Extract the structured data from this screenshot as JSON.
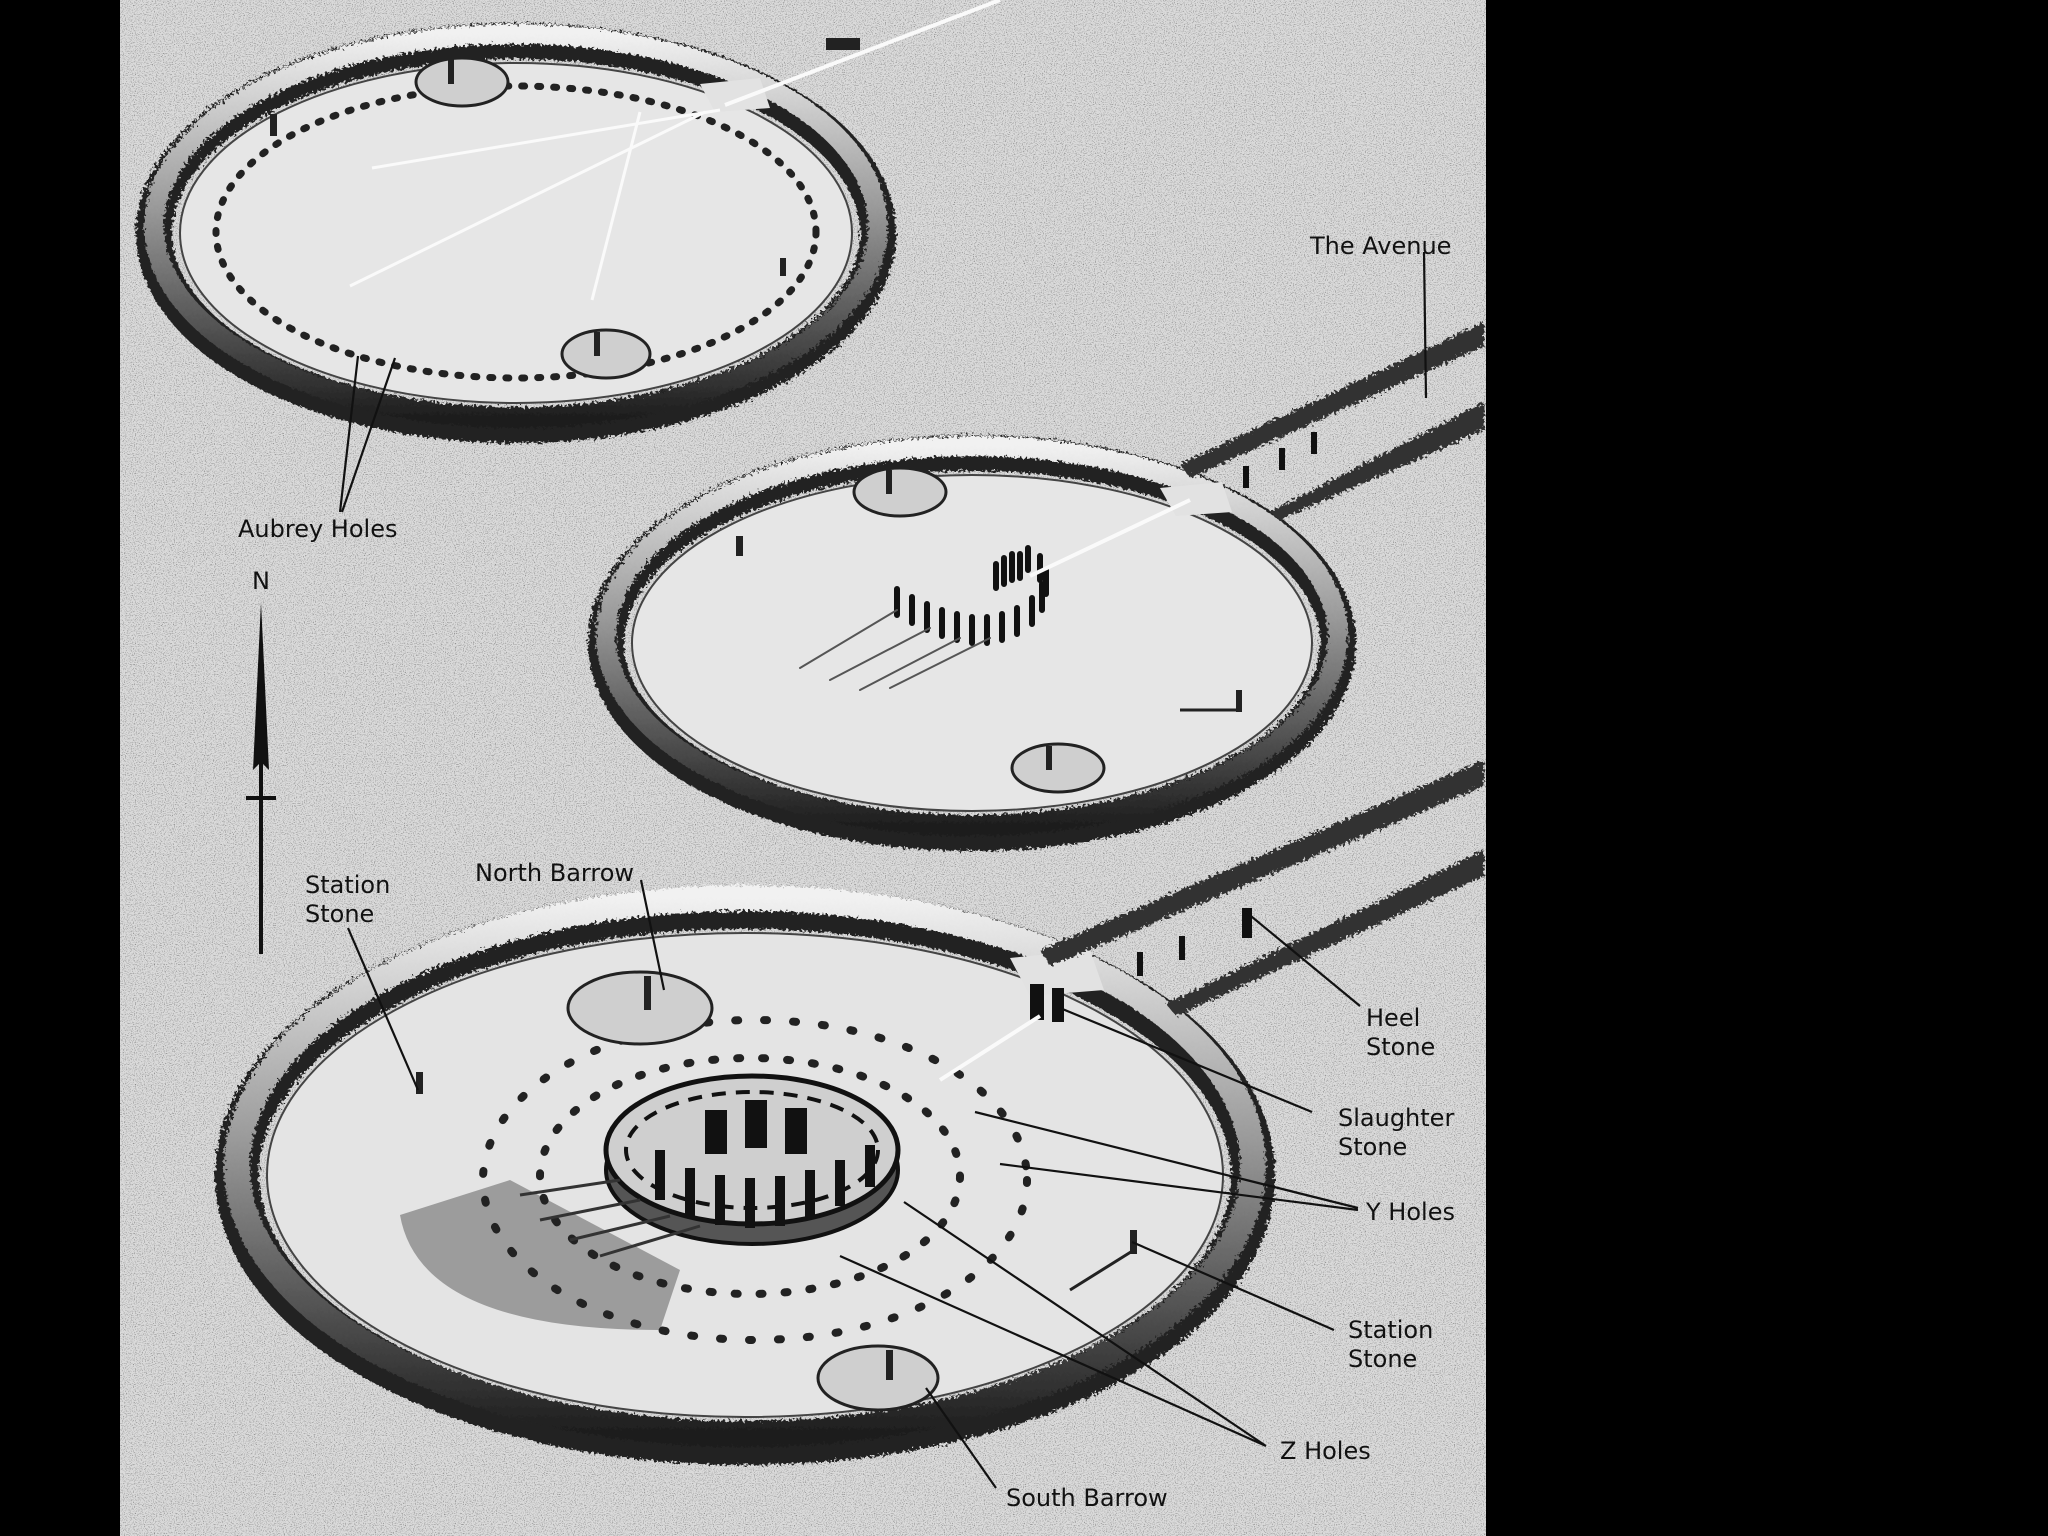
{
  "labels": {
    "the_avenue": "The Avenue",
    "aubrey_holes": "Aubrey Holes",
    "north": "N",
    "station_stone_nw_1": "Station",
    "station_stone_nw_2": "Stone",
    "north_barrow": "North Barrow",
    "heel_stone_1": "Heel",
    "heel_stone_2": "Stone",
    "slaughter_stone_1": "Slaughter",
    "slaughter_stone_2": "Stone",
    "y_holes": "Y Holes",
    "station_stone_se_1": "Station",
    "station_stone_se_2": "Stone",
    "z_holes": "Z Holes",
    "south_barrow": "South Barrow"
  },
  "colors": {
    "paper": "#d9d9d9",
    "ink": "#111111",
    "bank": "#2a2a2a",
    "background": "#000000"
  }
}
